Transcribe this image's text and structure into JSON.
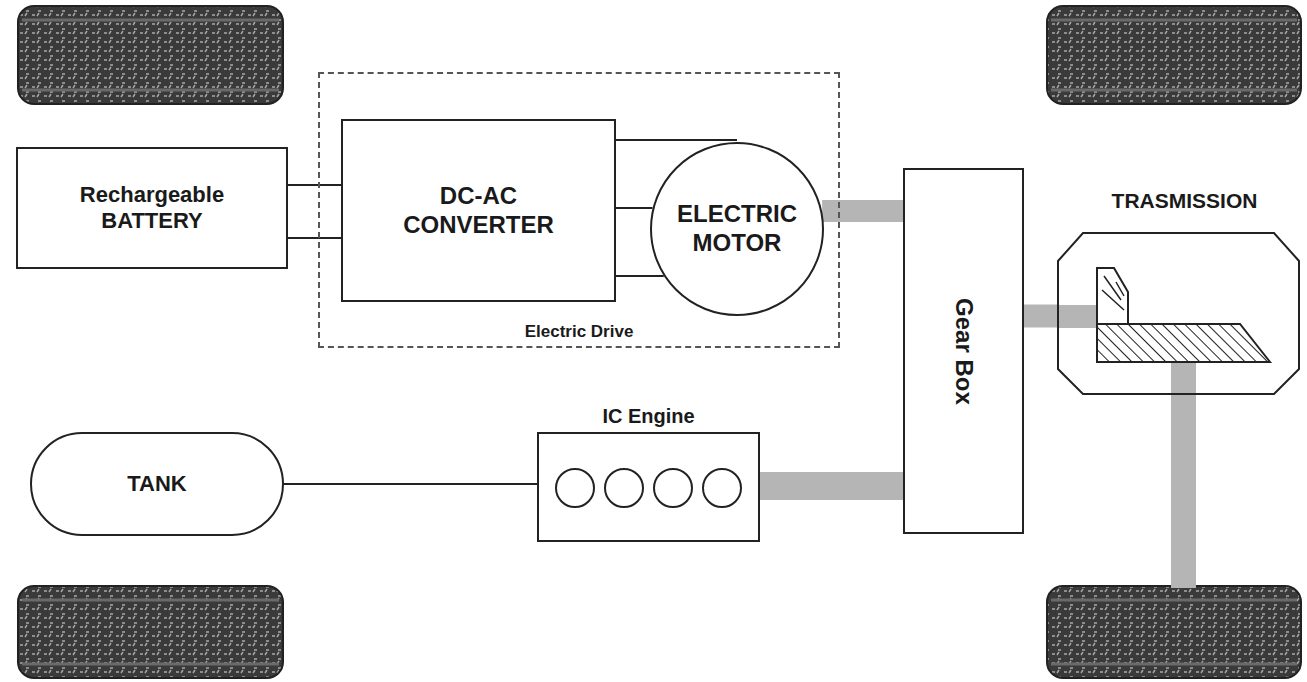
{
  "diagram": {
    "nodes": [
      {
        "text": [
          "Rechargeable BATTERY"
        ]
      },
      {
        "text": [
          "Electric Drive"
        ]
      },
      {
        "text": [
          "DC-AC CONVERTER"
        ],
        "in": 1
      },
      {
        "text": [
          "ELECTRIC MOTOR"
        ],
        "in": 1
      },
      {
        "text": [
          "Gear Box"
        ]
      },
      {
        "text": [
          "TRASMISSION"
        ]
      },
      {
        "text": [
          "IC Engine"
        ]
      },
      {
        "text": [
          "TANK"
        ]
      }
    ],
    "edges": [
      {
        "from": 0,
        "to": 2,
        "arrow": "none"
      },
      {
        "from": 2,
        "to": 3,
        "arrow": "none"
      },
      {
        "from": 3,
        "to": 4,
        "arrow": "none"
      },
      {
        "from": 4,
        "to": 5,
        "arrow": "none"
      },
      {
        "from": 6,
        "to": 4,
        "arrow": "none"
      },
      {
        "from": 7,
        "to": 6,
        "arrow": "none"
      }
    ]
  }
}
